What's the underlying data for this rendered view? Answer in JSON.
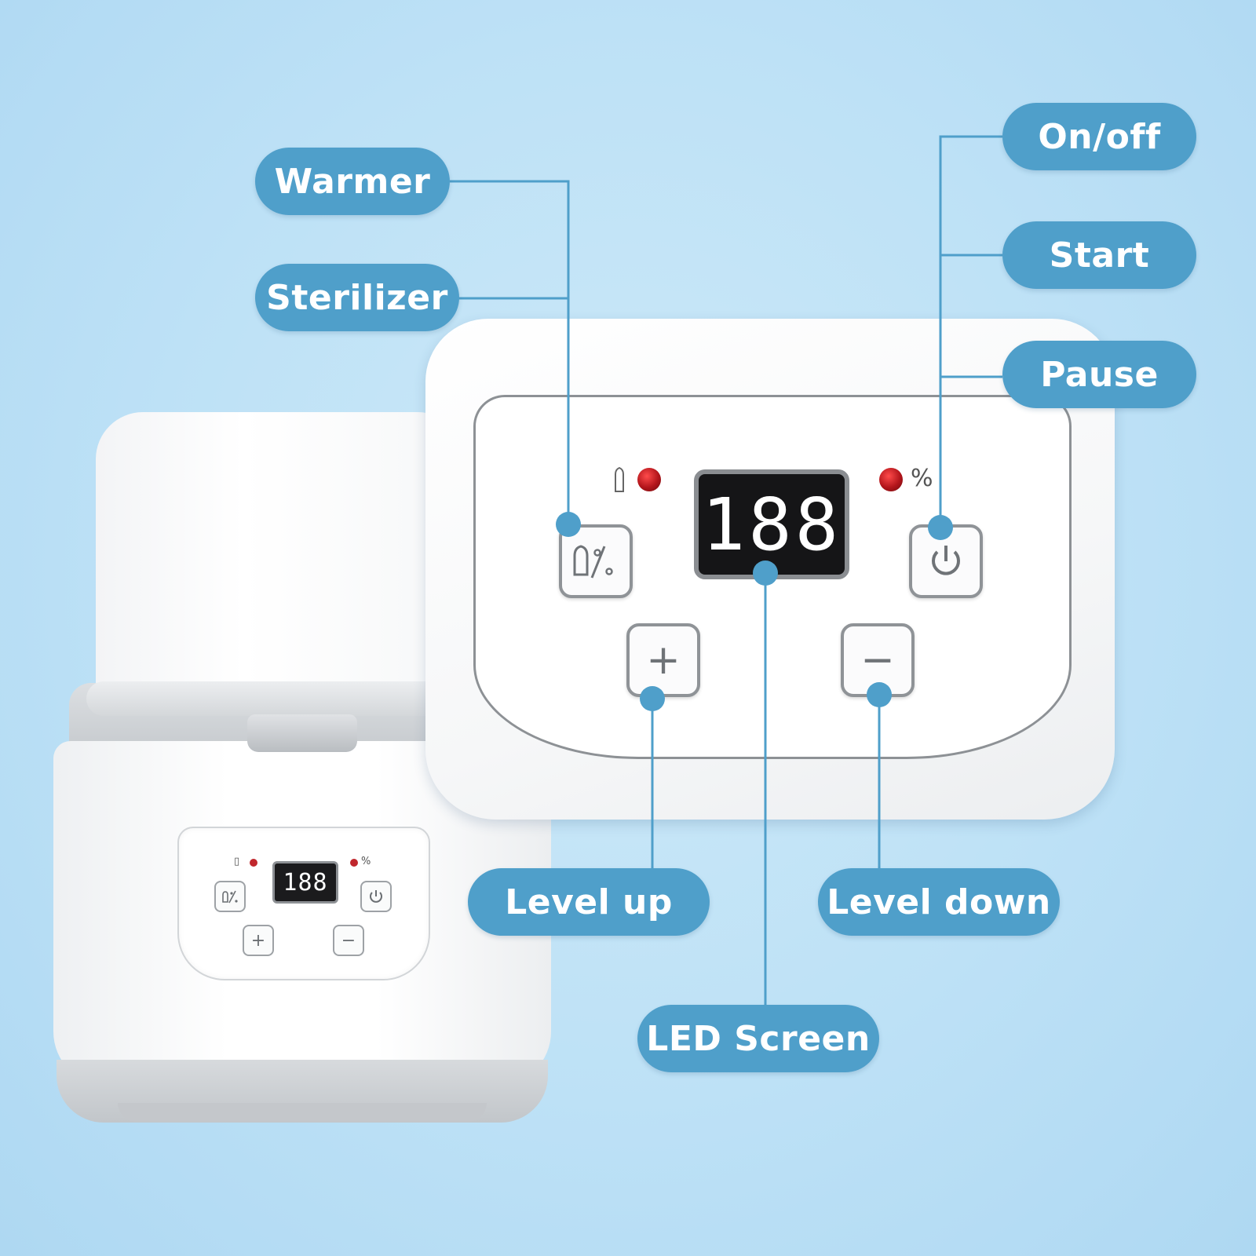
{
  "callouts": {
    "warmer": "Warmer",
    "sterilizer": "Sterilizer",
    "onoff": "On/off",
    "start": "Start",
    "pause": "Pause",
    "level_up": "Level up",
    "level_down": "Level down",
    "led_screen": "LED Screen"
  },
  "display": {
    "big_readout": "188",
    "mini_readout": "188",
    "percent_symbol": "%"
  },
  "buttons": {
    "plus": "+",
    "minus": "−"
  },
  "colors": {
    "callout": "#4f9fca",
    "background": "#bde1f6",
    "indicator_led": "#c0272d",
    "screen": "#151517"
  },
  "icons": {
    "mode": "bottle-percent-icon",
    "power": "power-icon",
    "bottle": "bottle-icon"
  }
}
